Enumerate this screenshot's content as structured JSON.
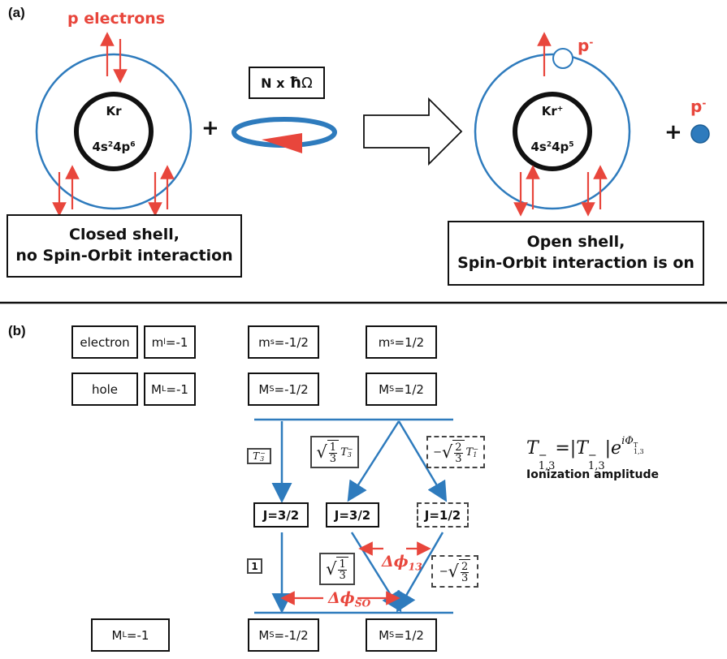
{
  "panel_a": {
    "label": "(a)",
    "p_electrons_label": "p electrons",
    "atom_left": {
      "element": "Kr",
      "config_base": "4s",
      "config_s_sup": "2",
      "config_p": "4p",
      "config_p_sup": "6"
    },
    "plus_1": "+",
    "photon_box": {
      "prefix": "N x ",
      "hbar": "ħ",
      "omega": "Ω"
    },
    "atom_right": {
      "element": "Kr",
      "element_sup": "+",
      "config_base": "4s",
      "config_s_sup": "2",
      "config_p": "4p",
      "config_p_sup": "5"
    },
    "hole_label": "p",
    "hole_label_sup": "-",
    "plus_2": "+",
    "electron_label": "p",
    "electron_label_sup": "-",
    "caption_left": {
      "line1": "Closed shell,",
      "line2": "no Spin-Orbit interaction"
    },
    "caption_right": {
      "line1": "Open shell,",
      "line2": "Spin-Orbit interaction is on"
    }
  },
  "panel_b": {
    "label": "(b)",
    "row_electron": {
      "name": "electron",
      "ml_base": "m",
      "ml_sub": "l",
      "ml_val": "=-1",
      "ms1_base": "m",
      "ms1_sub": "s",
      "ms1_val": "=-1/2",
      "ms2_base": "m",
      "ms2_sub": "s",
      "ms2_val": "=1/2"
    },
    "row_hole": {
      "name": "hole",
      "ML_base": "M",
      "ML_sub": "L",
      "ML_val": "=-1",
      "MS1_base": "M",
      "MS1_sub": "S",
      "MS1_val": "=-1/2",
      "MS2_base": "M",
      "MS2_sub": "S",
      "MS2_val": "=1/2"
    },
    "amp_T3": {
      "base": "T",
      "sub": "3",
      "sup": "−"
    },
    "amp_sqrt13_T3": {
      "num": "1",
      "den": "3",
      "base": "T",
      "sub": "3",
      "sup": "−"
    },
    "amp_neg_sqrt23_T1": {
      "sign": "−",
      "num": "2",
      "den": "3",
      "base": "T",
      "sub": "1",
      "sup": "−"
    },
    "j_left": "J=3/2",
    "j_mid": "J=3/2",
    "j_right": "J=1/2",
    "coef_one": "1",
    "coef_sqrt13": {
      "num": "1",
      "den": "3"
    },
    "coef_neg_sqrt23": {
      "sign": "−",
      "num": "2",
      "den": "3"
    },
    "dphi_13": {
      "symbol": "Δϕ",
      "sub": "13"
    },
    "dphi_so": {
      "symbol": "Δϕ",
      "sub": "SO"
    },
    "formula": {
      "lhs_base": "T",
      "lhs_sub": "1,3",
      "lhs_sup": "−",
      "eq": "=|",
      "rhs_base": "T",
      "rhs_sub": "1,3",
      "rhs_sup": "−",
      "abs_close": "|",
      "e": "e",
      "exp": "iΦ",
      "exp_sub": "1,3",
      "exp_sup": "T"
    },
    "ionization_label": "Ionization amplitude",
    "bottom_row": {
      "ML_base": "M",
      "ML_sub": "L",
      "ML_val": "=-1",
      "MS1_base": "M",
      "MS1_sub": "S",
      "MS1_val": "=-1/2",
      "MS2_base": "M",
      "MS2_sub": "S",
      "MS2_val": "=1/2"
    }
  },
  "colors": {
    "blue": "#2e7bbd",
    "red": "#e8463c",
    "black": "#111111"
  }
}
